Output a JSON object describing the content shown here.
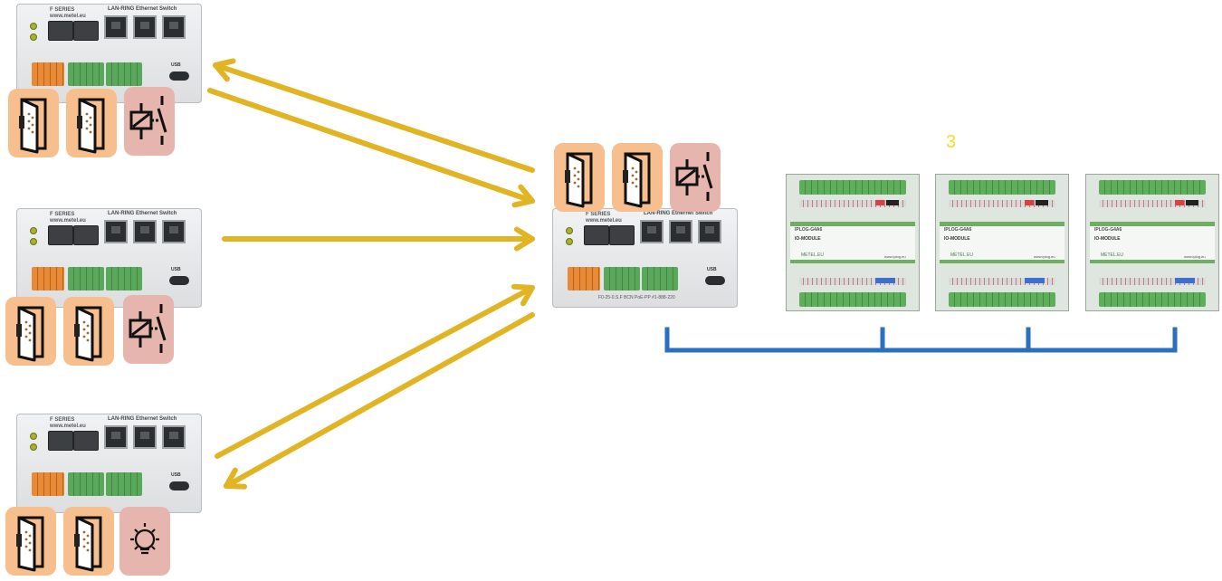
{
  "colors": {
    "arrow": "#e0b422",
    "bus": "#2a6fc0",
    "count_label": "#f2e01c",
    "door_tile": "#f7bf8e",
    "relay_tile": "#e6b6ae"
  },
  "switch": {
    "title": "LAN-RING Ethernet Switch",
    "series": "F SERIES",
    "website": "www.metel.eu",
    "usb_label": "USB",
    "central_caption": "F0-25-0.S.F BCN PoE-PP  #1-888-220"
  },
  "switches": [
    {
      "id": "switch-top-left",
      "icons": [
        "door-icon",
        "door-icon",
        "relay-icon"
      ]
    },
    {
      "id": "switch-middle-left",
      "icons": [
        "door-icon",
        "door-icon",
        "relay-icon"
      ]
    },
    {
      "id": "switch-bottom-left",
      "icons": [
        "door-icon",
        "door-icon",
        "lamp-icon"
      ]
    },
    {
      "id": "switch-central",
      "icons": [
        "door-icon",
        "door-icon",
        "relay-icon"
      ]
    }
  ],
  "io_module": {
    "model": "IPLOG-G4A6",
    "type_label": "IO-MODULE",
    "brand": "METEL.EU",
    "website": "www.iplog.eu"
  },
  "io_module_count": "3",
  "connections": [
    {
      "from": "switch-top-left",
      "to": "switch-central",
      "direction": "bidirectional"
    },
    {
      "from": "switch-middle-left",
      "to": "switch-central",
      "direction": "to-central"
    },
    {
      "from": "switch-bottom-left",
      "to": "switch-central",
      "direction": "bidirectional"
    },
    {
      "from": "io-modules",
      "to": "bus",
      "type": "bus"
    }
  ]
}
